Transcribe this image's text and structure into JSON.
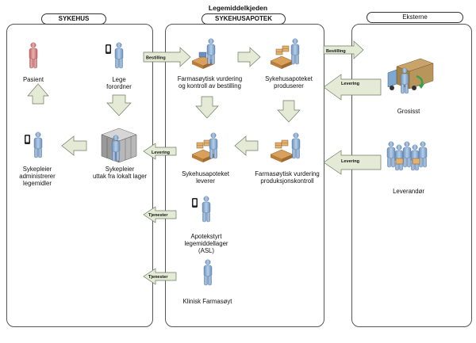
{
  "title": "Legemiddelkjeden",
  "columns": {
    "sykehus": "SYKEHUS",
    "sykehusapotek": "SYKEHUSAPOTEK",
    "eksterne": "Eksterne"
  },
  "nodes": {
    "pasient": "Pasient",
    "lege": [
      "Lege",
      "forordner"
    ],
    "sykepleier_adm": [
      "Sykepleier",
      "administrerer",
      "legemidler"
    ],
    "sykepleier_uttak": [
      "Sykepleier",
      "uttak fra lokalt lager"
    ],
    "farmasoytisk_vurdering": [
      "Farmasøytisk vurdering",
      "og kontroll av bestilling"
    ],
    "sykehusapoteket_produserer": [
      "Sykehusapoteket",
      "produserer"
    ],
    "sykehusapoteket_leverer": [
      "Sykehusapoteket",
      "leverer"
    ],
    "farmasoytisk_produksjon": [
      "Farmasøytisk vurdering",
      "produksjonskontroll"
    ],
    "asl": [
      "Apotekstyrt",
      "legemiddellager",
      "(ASL)"
    ],
    "klinisk": "Klinisk Farmasøyt",
    "grosisst": "Grosisst",
    "leverandor": "Leverandør"
  },
  "arrow_labels": {
    "bestilling_1": "Bestilling",
    "bestilling_2": "Bestilling",
    "levering_grosisst": "Levering",
    "levering_leverandor": "Levering",
    "levering_sykehus": "Levering",
    "tjenester_1": "Tjenester",
    "tjenester_2": "Tjenester"
  },
  "colors": {
    "arrow_fill": "#e4ead6",
    "arrow_stroke": "#6f7a60",
    "person": "#8aaed3",
    "patient": "#d88a8a",
    "panel_border": "#555555"
  }
}
